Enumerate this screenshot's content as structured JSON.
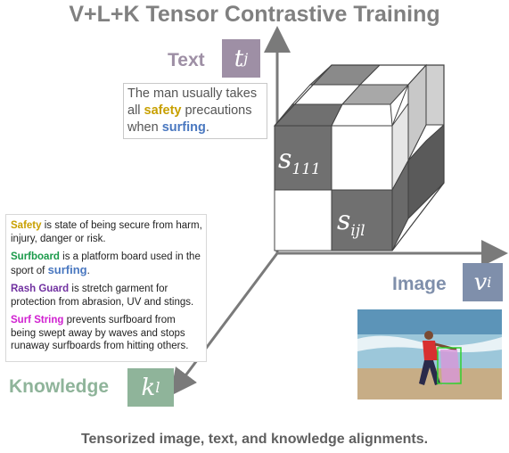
{
  "title": "V+L+K Tensor Contrastive Training",
  "caption": "Tensorized image, text, and knowledge alignments.",
  "axes": {
    "text": {
      "label": "Text",
      "symbol": "t",
      "subscript": "j",
      "color": "#9e8fa5"
    },
    "image": {
      "label": "Image",
      "symbol": "v",
      "subscript": "i",
      "color": "#7f8fab"
    },
    "knowledge": {
      "label": "Knowledge",
      "symbol": "k",
      "subscript": "l",
      "color": "#8fb49a"
    }
  },
  "cube": {
    "cell_111": {
      "symbol": "s",
      "subscript": "111"
    },
    "cell_ijl": {
      "symbol": "s",
      "subscript": "ijl"
    }
  },
  "text_example": {
    "before": "The man usually takes all ",
    "keyword1": "safety",
    "middle": " precautions when ",
    "keyword2": "surfing",
    "after": "."
  },
  "knowledge_entries": [
    {
      "term": "Safety",
      "text": " is state of being secure from harm, injury, danger or risk."
    },
    {
      "term": "Surfboard",
      "text": " is a platform board used in the sport of ",
      "extra": "surfing",
      "tail": "."
    },
    {
      "term": "Rash Guard",
      "text": " is stretch garment for protection from abrasion, UV and stings."
    },
    {
      "term": "Surf String",
      "text": " prevents surfboard from being swept away by waves and stops runaway surfboards from hitting others."
    }
  ]
}
